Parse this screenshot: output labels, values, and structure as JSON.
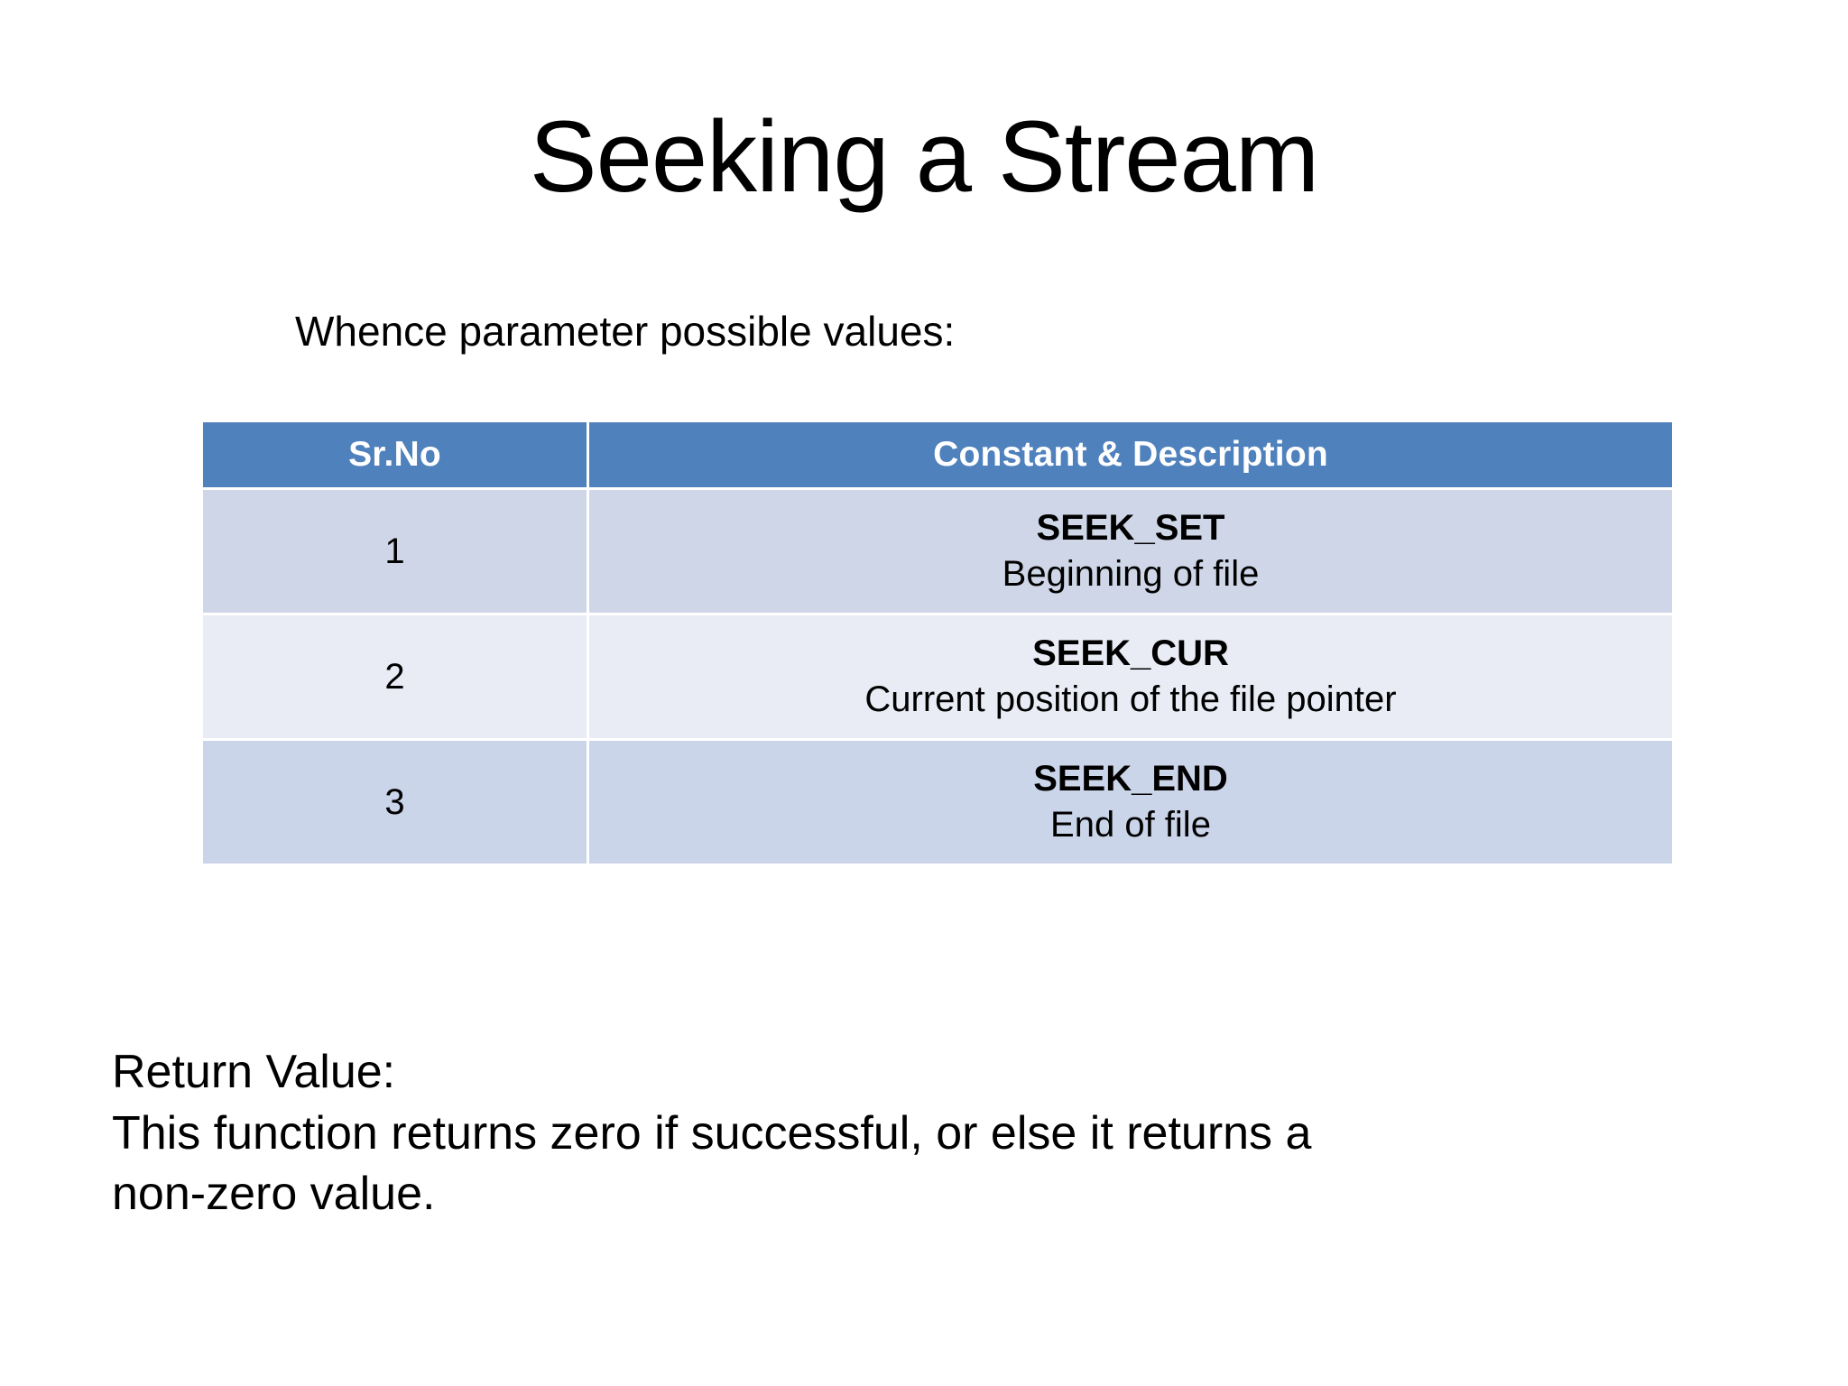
{
  "slide": {
    "title": "Seeking a Stream",
    "intro_line": "Whence parameter possible values:",
    "background_color": "#FFFFFF",
    "accent_color": "#4F81BD"
  },
  "table": {
    "header_bg": "#4F81BD",
    "header_text_color": "#FFFFFF",
    "row_colors": [
      "#CFD6E7",
      "#E9ECF5",
      "#CBD5E9"
    ],
    "columns": [
      "Sr.No",
      "Constant & Description"
    ],
    "rows": [
      {
        "sr_no": "1",
        "constant": "SEEK_SET",
        "description": "Beginning of file"
      },
      {
        "sr_no": "2",
        "constant": "SEEK_CUR",
        "description": "Current position of the file pointer"
      },
      {
        "sr_no": "3",
        "constant": "SEEK_END",
        "description": "End of file"
      }
    ]
  },
  "return_value": {
    "heading": "Return Value:",
    "line1": "This function returns zero if successful, or else it returns a",
    "line2": "non-zero value."
  }
}
